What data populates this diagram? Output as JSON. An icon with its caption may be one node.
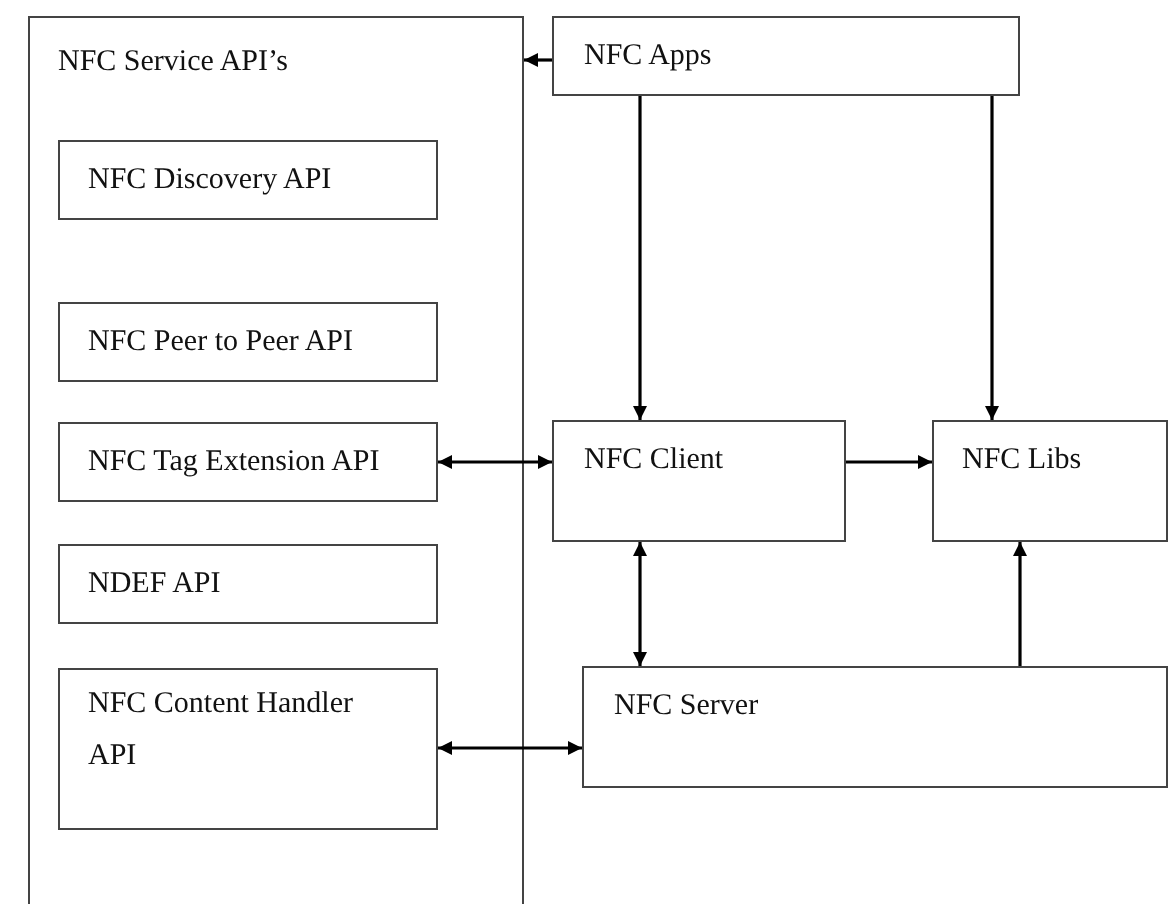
{
  "diagram": {
    "nodes": [
      {
        "text": [
          "NFC Service API’s"
        ]
      },
      {
        "text": [
          "NFC Discovery API"
        ],
        "in": 0
      },
      {
        "text": [
          "NFC Peer to Peer API"
        ],
        "in": 0
      },
      {
        "text": [
          "NFC Tag Extension API"
        ],
        "in": 0
      },
      {
        "text": [
          "NDEF API"
        ],
        "in": 0
      },
      {
        "text": [
          "NFC Content Handler API"
        ],
        "in": 0
      },
      {
        "text": [
          "NFC Apps"
        ]
      },
      {
        "text": [
          "NFC Client"
        ]
      },
      {
        "text": [
          "NFC Libs"
        ]
      },
      {
        "text": [
          "NFC Server"
        ]
      }
    ],
    "edges": [
      {
        "from": 6,
        "to": 0,
        "arrow": "to"
      },
      {
        "from": 6,
        "to": 7,
        "arrow": "to"
      },
      {
        "from": 6,
        "to": 8,
        "arrow": "to"
      },
      {
        "from": 3,
        "to": 7,
        "arrow": "both"
      },
      {
        "from": 7,
        "to": 8,
        "arrow": "to"
      },
      {
        "from": 7,
        "to": 9,
        "arrow": "both"
      },
      {
        "from": 9,
        "to": 8,
        "arrow": "to"
      },
      {
        "from": 5,
        "to": 9,
        "arrow": "both"
      }
    ]
  }
}
